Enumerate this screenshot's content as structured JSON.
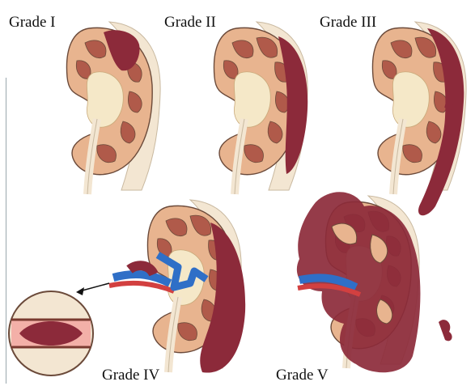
{
  "figure": {
    "labels": {
      "grade_1": "Grade I",
      "grade_2": "Grade II",
      "grade_3": "Grade III",
      "grade_4": "Grade IV",
      "grade_5": "Grade V"
    }
  },
  "colors": {
    "background": "#ffffff",
    "capsule_fat": "#f3e6d2",
    "cortex": "#e8b48f",
    "medulla_pyramid": "#b05a4a",
    "sinus_fat": "#f5e8c8",
    "hematoma": "#8c2a3a",
    "vein": "#2f6fc7",
    "artery": "#d24040",
    "outline": "#6b4a3a",
    "label_text": "#111111"
  }
}
